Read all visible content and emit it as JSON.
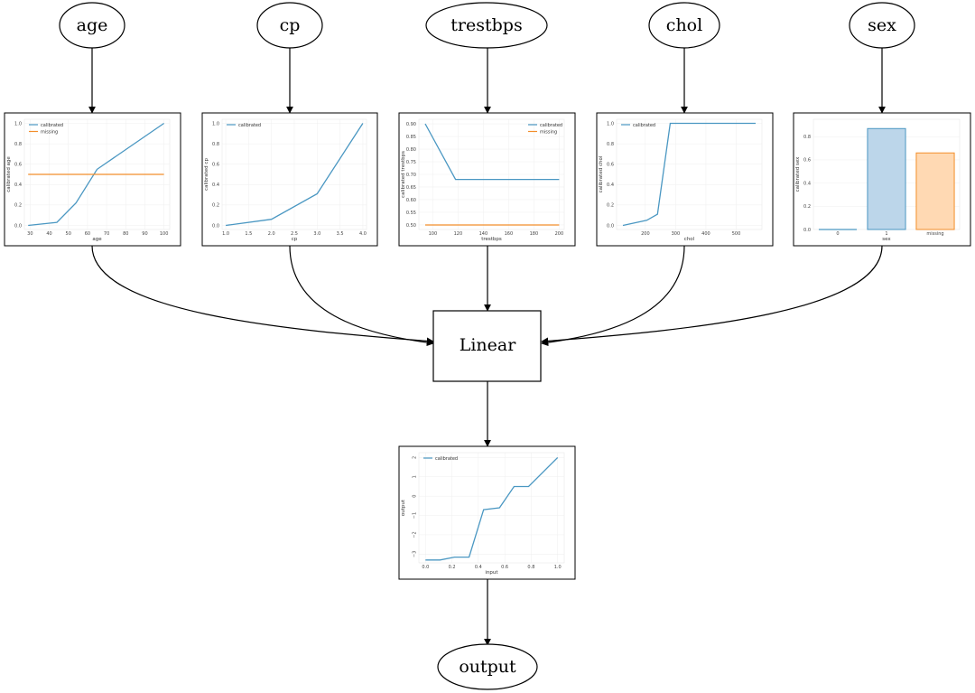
{
  "colors": {
    "calibrated": "#4a97c2",
    "missing": "#f28e2b",
    "bar_blue_fill": "#bcd6ea",
    "bar_orange_fill": "#ffd9b3"
  },
  "nodes": {
    "age": "age",
    "cp": "cp",
    "trestbps": "trestbps",
    "chol": "chol",
    "sex": "sex",
    "linear": "Linear",
    "output": "output"
  },
  "chart_data": [
    {
      "id": "age",
      "type": "line",
      "xlabel": "age",
      "ylabel": "calibrated age",
      "xlim": [
        27,
        103
      ],
      "ylim": [
        -0.04,
        1.04
      ],
      "xticks": [
        "30",
        "40",
        "50",
        "60",
        "70",
        "80",
        "90",
        "100"
      ],
      "yticks": [
        "0.0",
        "0.2",
        "0.4",
        "0.6",
        "0.8",
        "1.0"
      ],
      "legend": [
        "calibrated",
        "missing"
      ],
      "series": [
        {
          "name": "calibrated",
          "x": [
            29,
            44,
            54,
            65,
            100
          ],
          "y": [
            0.0,
            0.03,
            0.22,
            0.55,
            1.0
          ]
        },
        {
          "name": "missing",
          "x": [
            29,
            100
          ],
          "y": [
            0.5,
            0.5
          ]
        }
      ]
    },
    {
      "id": "cp",
      "type": "line",
      "xlabel": "cp",
      "ylabel": "calibrated cp",
      "xlim": [
        0.92,
        4.08
      ],
      "ylim": [
        -0.04,
        1.04
      ],
      "xticks": [
        "1.0",
        "1.5",
        "2.0",
        "2.5",
        "3.0",
        "3.5",
        "4.0"
      ],
      "yticks": [
        "0.0",
        "0.2",
        "0.4",
        "0.6",
        "0.8",
        "1.0"
      ],
      "legend": [
        "calibrated"
      ],
      "series": [
        {
          "name": "calibrated",
          "x": [
            1.0,
            2.0,
            3.0,
            4.0
          ],
          "y": [
            0.0,
            0.06,
            0.31,
            1.0
          ]
        }
      ]
    },
    {
      "id": "trestbps",
      "type": "line",
      "xlabel": "trestbps",
      "ylabel": "calibrated trestbps",
      "xlim": [
        89,
        204
      ],
      "ylim": [
        0.482,
        0.918
      ],
      "xticks": [
        "100",
        "120",
        "140",
        "160",
        "180",
        "200"
      ],
      "yticks": [
        "0.50",
        "0.55",
        "0.60",
        "0.65",
        "0.70",
        "0.75",
        "0.80",
        "0.85",
        "0.90"
      ],
      "legend": [
        "calibrated",
        "missing"
      ],
      "series": [
        {
          "name": "calibrated",
          "x": [
            94,
            118,
            200
          ],
          "y": [
            0.9,
            0.68,
            0.68
          ]
        },
        {
          "name": "missing",
          "x": [
            94,
            200
          ],
          "y": [
            0.5,
            0.5
          ]
        }
      ]
    },
    {
      "id": "chol",
      "type": "line",
      "xlabel": "chol",
      "ylabel": "calibrated chol",
      "xlim": [
        105,
        585
      ],
      "ylim": [
        -0.04,
        1.04
      ],
      "xticks": [
        "200",
        "300",
        "400",
        "500"
      ],
      "yticks": [
        "0.0",
        "0.2",
        "0.4",
        "0.6",
        "0.8",
        "1.0"
      ],
      "legend": [
        "calibrated"
      ],
      "series": [
        {
          "name": "calibrated",
          "x": [
            126,
            205,
            240,
            282,
            564
          ],
          "y": [
            0.0,
            0.05,
            0.11,
            1.0,
            1.0
          ]
        }
      ]
    },
    {
      "id": "sex",
      "type": "bar",
      "xlabel": "sex",
      "ylabel": "calibrated sex",
      "categories": [
        "0",
        "1",
        "missing"
      ],
      "values": [
        0.0,
        0.87,
        0.66
      ],
      "ylim": [
        0,
        0.95
      ],
      "yticks": [
        "0.0",
        "0.2",
        "0.4",
        "0.6",
        "0.8"
      ]
    },
    {
      "id": "output",
      "type": "line",
      "xlabel": "input",
      "ylabel": "output",
      "xlim": [
        -0.05,
        1.05
      ],
      "ylim": [
        -3.45,
        2.25
      ],
      "xticks": [
        "0.0",
        "0.2",
        "0.4",
        "0.6",
        "0.8",
        "1.0"
      ],
      "yticks": [
        "−3",
        "−2",
        "−1",
        "0",
        "1",
        "2"
      ],
      "legend": [
        "calibrated"
      ],
      "series": [
        {
          "name": "calibrated",
          "x": [
            0.0,
            0.11,
            0.22,
            0.33,
            0.44,
            0.56,
            0.67,
            0.78,
            1.0
          ],
          "y": [
            -3.3,
            -3.3,
            -3.15,
            -3.15,
            -0.7,
            -0.6,
            0.5,
            0.5,
            2.0
          ]
        }
      ]
    }
  ]
}
